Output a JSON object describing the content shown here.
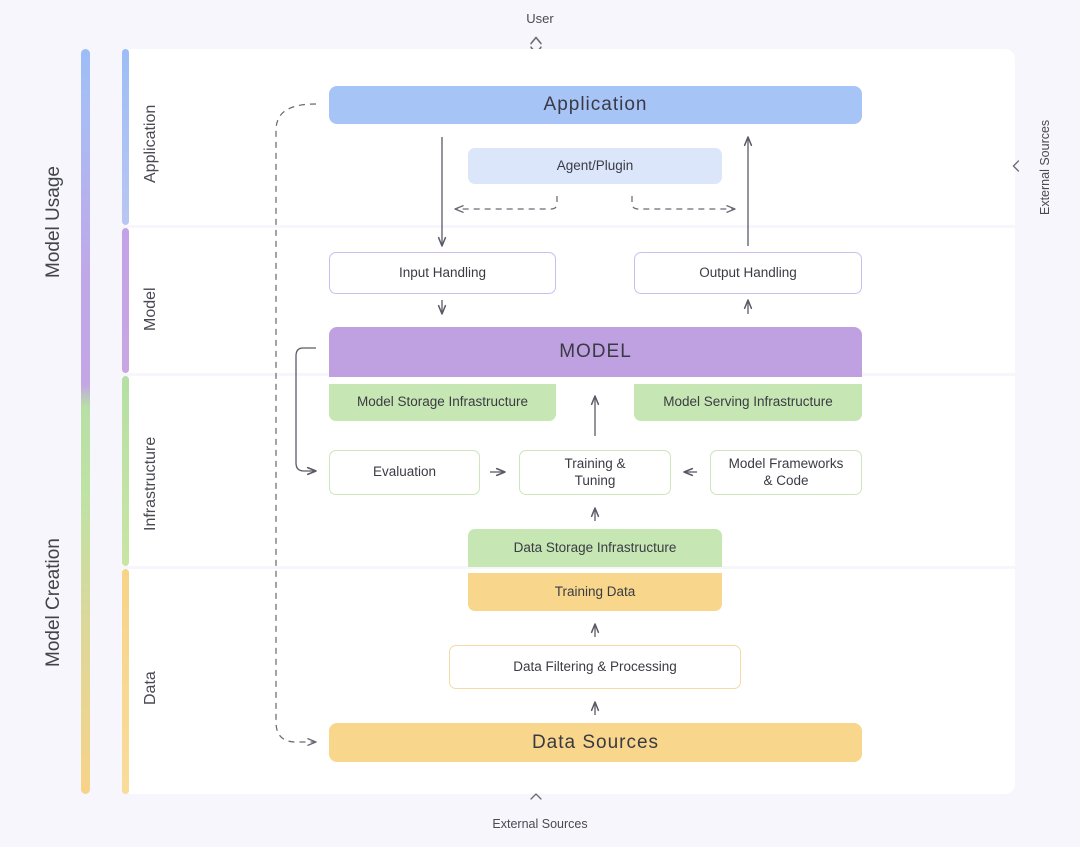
{
  "edges": {
    "top_label": "User",
    "bottom_label": "External Sources",
    "right_label": "External Sources"
  },
  "phases": [
    {
      "id": "usage",
      "label": "Model Usage"
    },
    {
      "id": "creation",
      "label": "Model Creation"
    }
  ],
  "rows": [
    {
      "id": "application",
      "label": "Application",
      "accent": "#9dbdf7"
    },
    {
      "id": "model",
      "label": "Model",
      "accent": "#c3a3e8"
    },
    {
      "id": "infrastructure",
      "label": "Infrastructure",
      "accent": "#b5e0a3"
    },
    {
      "id": "data",
      "label": "Data",
      "accent": "#f7d388"
    }
  ],
  "boxes": {
    "application": "Application",
    "agent_plugin": "Agent/Plugin",
    "input_handling": "Input Handling",
    "output_handling": "Output Handling",
    "model": "MODEL",
    "model_storage": "Model Storage Infrastructure",
    "model_serving": "Model Serving Infrastructure",
    "evaluation": "Evaluation",
    "training_tuning": "Training &\nTuning",
    "training_tuning_l1": "Training &",
    "training_tuning_l2": "Tuning",
    "model_frameworks_l1": "Model Frameworks",
    "model_frameworks_l2": "& Code",
    "data_storage": "Data Storage Infrastructure",
    "training_data": "Training Data",
    "data_filtering": "Data Filtering & Processing",
    "data_sources": "Data Sources"
  },
  "colors": {
    "background": "#f7f6fc",
    "panel": "#ffffff",
    "blue": "#a7c4f7",
    "blue_light": "#dbe6fb",
    "purple": "#bfa1e2",
    "purple_line": "#cdbdef",
    "green": "#c6e6b3",
    "green_line": "#cde5bd",
    "amber": "#f8d78c",
    "amber_line": "#f2dba5",
    "wire": "#5a5a66"
  }
}
